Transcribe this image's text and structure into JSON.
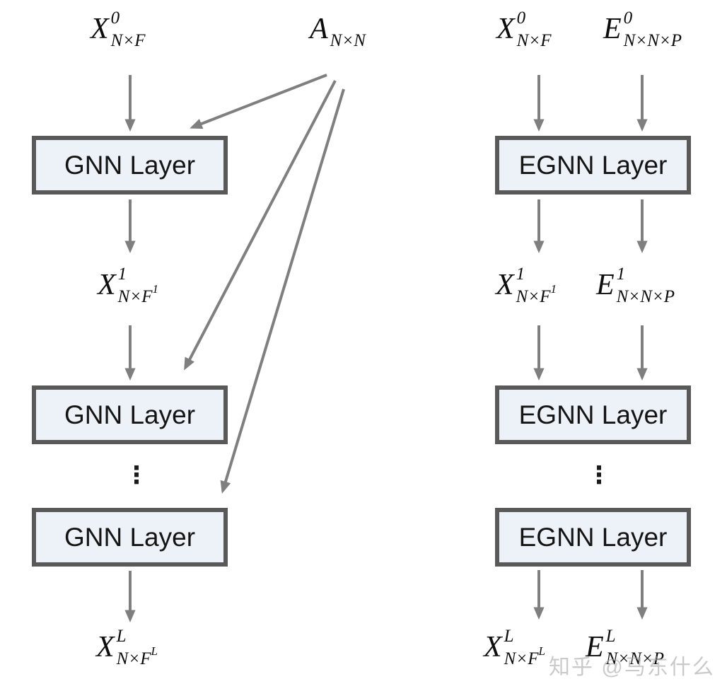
{
  "left_column": {
    "input_label": {
      "main": "X",
      "sup": "0",
      "sub": "N×F",
      "subsup": ""
    },
    "adjacency_label": {
      "main": "A",
      "sup": "",
      "sub": "N×N",
      "subsup": ""
    },
    "layer_boxes": [
      "GNN Layer",
      "GNN Layer",
      "GNN Layer"
    ],
    "hidden_label": {
      "main": "X",
      "sup": "1",
      "sub": "N×F",
      "subsup": "1"
    },
    "output_label": {
      "main": "X",
      "sup": "L",
      "sub": "N×F",
      "subsup": "L"
    },
    "ellipsis": "⋮"
  },
  "right_column": {
    "input_node_label": {
      "main": "X",
      "sup": "0",
      "sub": "N×F",
      "subsup": ""
    },
    "input_edge_label": {
      "main": "E",
      "sup": "0",
      "sub": "N×N×P",
      "subsup": ""
    },
    "layer_boxes": [
      "EGNN Layer",
      "EGNN Layer",
      "EGNN Layer"
    ],
    "hidden_node_label": {
      "main": "X",
      "sup": "1",
      "sub": "N×F",
      "subsup": "1"
    },
    "hidden_edge_label": {
      "main": "E",
      "sup": "1",
      "sub": "N×N×P",
      "subsup": ""
    },
    "output_node_label": {
      "main": "X",
      "sup": "L",
      "sub": "N×F",
      "subsup": "L"
    },
    "output_edge_label": {
      "main": "E",
      "sup": "L",
      "sub": "N×N×P",
      "subsup": ""
    },
    "ellipsis": "⋮"
  },
  "watermark": "知乎 @马东什么",
  "colors": {
    "box_fill": "#edf1f8",
    "box_border": "#595959",
    "arrow": "#7f7f7f",
    "watermark": "#a8a8a8"
  }
}
